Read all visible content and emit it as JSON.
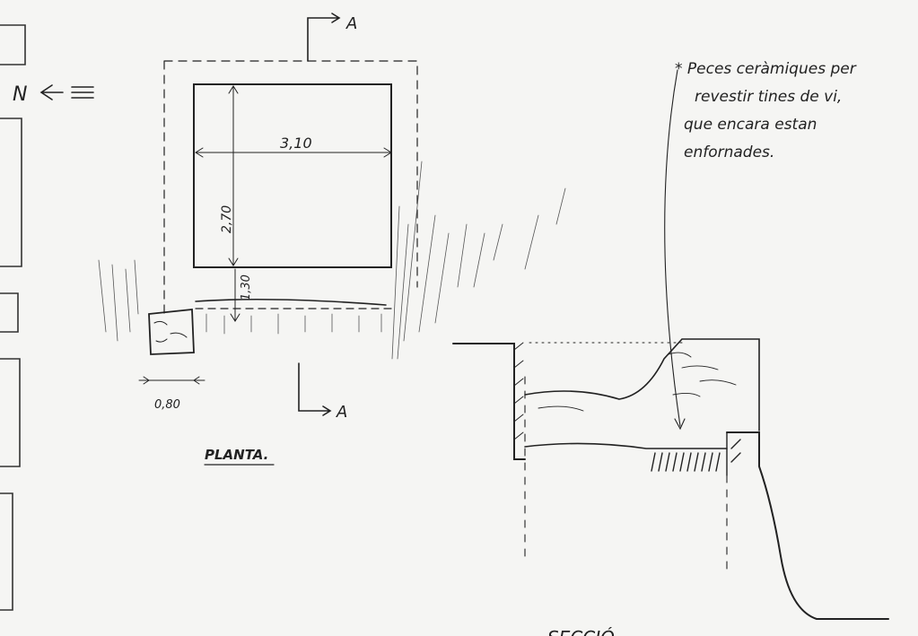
{
  "north": {
    "label": "N"
  },
  "section_marker": {
    "label": "A"
  },
  "plan": {
    "title": "PLANTA.",
    "dimensions": {
      "width": "3,10",
      "depth": "2,70",
      "gap": "1,30",
      "wall": "0,80"
    }
  },
  "annotation": {
    "lines": [
      "* Peces ceràmiques per",
      "revestir tines de vi,",
      "que encara estan",
      "enfornades."
    ]
  },
  "section": {
    "title": "SECCIÓ"
  },
  "colors": {
    "ink": "#222222",
    "paper": "#f5f5f3"
  }
}
